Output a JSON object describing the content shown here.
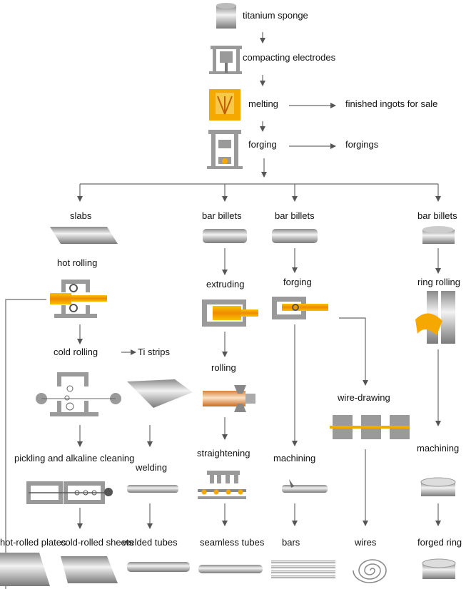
{
  "top_chain": {
    "titanium_sponge": "titanium sponge",
    "compacting_electrodes": "compacting electrodes",
    "melting": "melting",
    "finished_ingots": "finished ingots for sale",
    "forging": "forging",
    "forgings": "forgings"
  },
  "branch_slabs": {
    "slabs": "slabs",
    "hot_rolling": "hot rolling",
    "cold_rolling": "cold rolling",
    "ti_strips": "Ti strips",
    "pickling": "pickling and alkaline cleaning",
    "welding": "welding",
    "hot_rolled_plates": "hot-rolled plates",
    "cold_rolled_sheets": "cold-rolled sheets",
    "welded_tubes": "welded tubes"
  },
  "branch_extrusion": {
    "bar_billets": "bar billets",
    "extruding": "extruding",
    "rolling": "rolling",
    "straightening": "straightening",
    "seamless_tubes": "seamless tubes"
  },
  "branch_forging": {
    "bar_billets": "bar billets",
    "forging": "forging",
    "wire_drawing": "wire-drawing",
    "machining": "machining",
    "bars": "bars",
    "wires": "wires"
  },
  "branch_ring": {
    "bar_billets": "bar billets",
    "ring_rolling": "ring rolling",
    "machining": "machining",
    "forged_ring": "forged ring"
  },
  "colors": {
    "line": "#6a6a6a",
    "machine": "#9a9a9a",
    "hot_metal": "#f5a800"
  }
}
